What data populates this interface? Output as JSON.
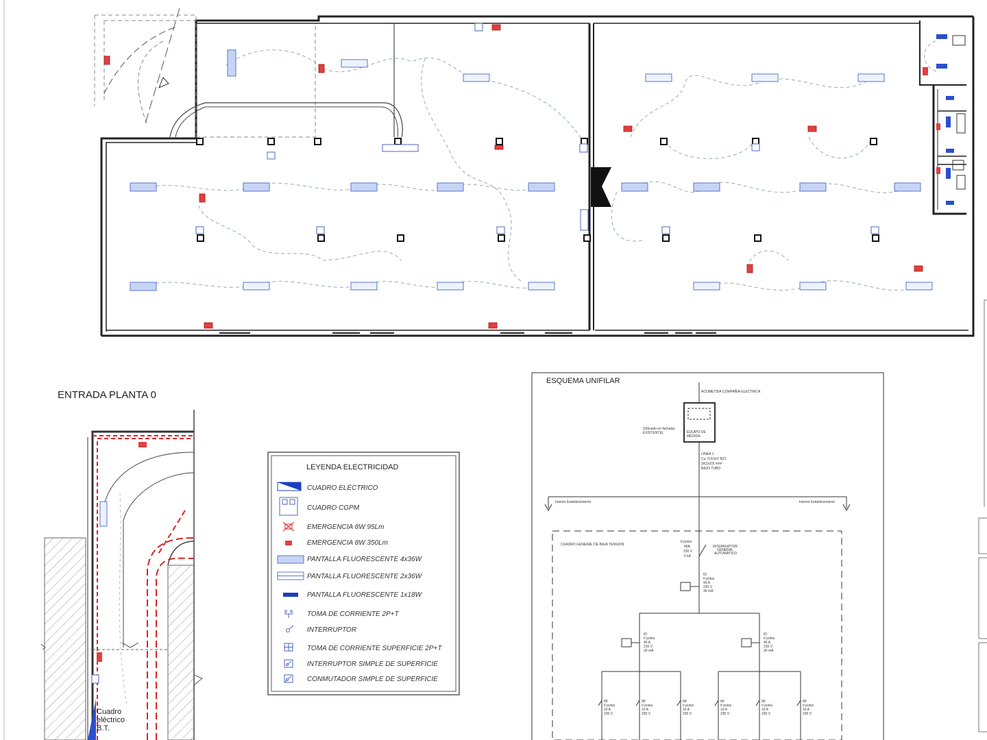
{
  "entrance_title": "ENTRADA PLANTA 0",
  "cuadro_label": [
    "Cuadro",
    "eléctrico",
    "B.T."
  ],
  "legend": {
    "title": "LEYENDA ELECTRICIDAD",
    "items": [
      {
        "icon": "cuadro-electrico-icon",
        "text": "CUADRO  ELÉCTRICO"
      },
      {
        "icon": "cuadro-cgpm-icon",
        "text": "CUADRO  CGPM"
      },
      {
        "icon": "emergencia-95-icon",
        "text": "EMERGENCIA  8W  95Lm"
      },
      {
        "icon": "emergencia-350-icon",
        "text": "EMERGENCIA  8W  350Lm"
      },
      {
        "icon": "pantalla-4x36-icon",
        "text": "PANTALLA  FLUORESCENTE  4x36W"
      },
      {
        "icon": "pantalla-2x36-icon",
        "text": "PANTALLA  FLUORESCENTE  2x36W"
      },
      {
        "icon": "pantalla-1x18-icon",
        "text": "PANTALLA  FLUORESCENTE  1x18W"
      },
      {
        "icon": "toma-corriente-icon",
        "text": "TOMA  DE  CORRIENTE  2P+T"
      },
      {
        "icon": "interruptor-icon",
        "text": "INTERRUPTOR"
      },
      {
        "icon": "toma-superficie-icon",
        "text": "TOMA  DE  CORRIENTE  SUPERFICIE  2P+T"
      },
      {
        "icon": "interruptor-superficie-icon",
        "text": "INTERRUPTOR  SIMPLE  DE  SUPERFICIE"
      },
      {
        "icon": "conmutador-superficie-icon",
        "text": "CONMUTADOR  SIMPLE  DE  SUPERFICIE"
      }
    ]
  },
  "unifilar": {
    "title": "ESQUEMA UNIFILAR",
    "acometida": "ACOMETIDA COMPAÑIA ELECTRICA",
    "ubicado": [
      "(Ubicado en fachada",
      "EXISTENTE)"
    ],
    "equipo": [
      "EQUIPO DE",
      "MEDIDA"
    ],
    "linea": [
      "LÍNEA 1",
      "Cu. 0,6/1kV  RZ1",
      "3x(1x10) mm²",
      "BAJO TUBO"
    ],
    "interior_left": "Interior Establecimiento",
    "interior_right": "Interior Establecimiento",
    "cgbt": "CUADRO GENERAL DE BAJA TENSION",
    "iga_specs": [
      "II polos",
      "40A",
      "230 V",
      "6 kA"
    ],
    "iga_label": [
      "INTERRUPTOR",
      "GENERAL",
      "AUTOMÁTICO"
    ],
    "diff_main": [
      "ID",
      "II polos",
      "40 A",
      "230 V",
      "30 mA"
    ],
    "diff_branch": [
      "ID",
      "II polos",
      "40 A",
      "230 V",
      "30 mA"
    ],
    "circuit": [
      "IM",
      "II polos",
      "10 A",
      "230 V"
    ]
  }
}
